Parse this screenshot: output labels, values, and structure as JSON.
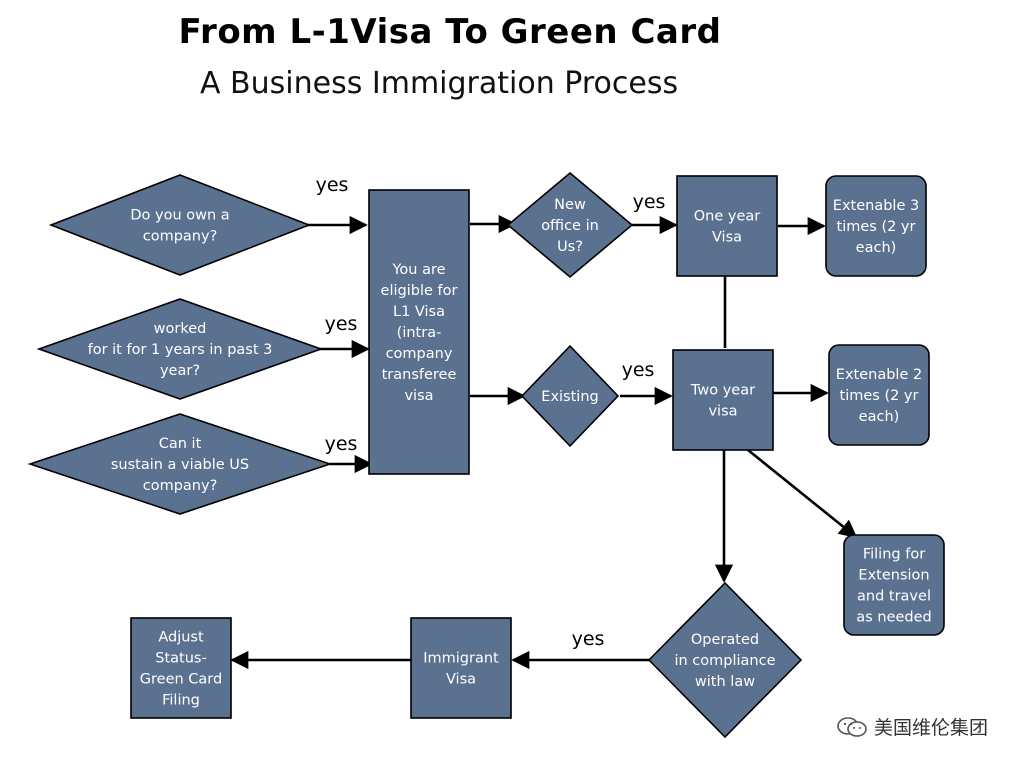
{
  "title": "From L-1Visa To Green Card",
  "subtitle": "A Business Immigration Process",
  "watermark": "美国维伦集团",
  "nodes": [
    {
      "id": "own_company",
      "shape": "diamond",
      "lines": [
        "Do you own a",
        "company?"
      ]
    },
    {
      "id": "worked",
      "shape": "diamond",
      "lines": [
        "worked",
        "for it for 1 years in past 3",
        "year?"
      ]
    },
    {
      "id": "sustain",
      "shape": "diamond",
      "lines": [
        "Can it",
        "sustain a viable US",
        "company?"
      ]
    },
    {
      "id": "eligible",
      "shape": "rect",
      "lines": [
        "You are",
        "eligible for",
        "L1 Visa",
        "(intra-",
        "company",
        "transferee",
        "visa"
      ]
    },
    {
      "id": "new_office",
      "shape": "diamond",
      "lines": [
        "New",
        "office in",
        "Us?"
      ]
    },
    {
      "id": "existing",
      "shape": "diamond",
      "lines": [
        "Existing"
      ]
    },
    {
      "id": "one_year",
      "shape": "rect",
      "lines": [
        "One year",
        "Visa"
      ]
    },
    {
      "id": "two_year",
      "shape": "rect",
      "lines": [
        "Two year",
        "visa"
      ]
    },
    {
      "id": "ext3",
      "shape": "rounded",
      "lines": [
        "Extenable 3",
        "times (2 yr",
        "each)"
      ]
    },
    {
      "id": "ext2",
      "shape": "rounded",
      "lines": [
        "Extenable 2",
        "times (2 yr",
        "each)"
      ]
    },
    {
      "id": "filing_ext",
      "shape": "rounded",
      "lines": [
        "Filing for",
        "Extension",
        "and travel",
        "as needed"
      ]
    },
    {
      "id": "operated",
      "shape": "diamond",
      "lines": [
        "Operated",
        "in compliance",
        "with law"
      ]
    },
    {
      "id": "immigrant",
      "shape": "rect",
      "lines": [
        "Immigrant",
        "Visa"
      ]
    },
    {
      "id": "adjust",
      "shape": "rect",
      "lines": [
        "Adjust",
        "Status-",
        "Green Card",
        "Filing"
      ]
    }
  ],
  "edges": [
    {
      "from": "own_company",
      "to": "eligible",
      "label": "yes"
    },
    {
      "from": "worked",
      "to": "eligible",
      "label": "yes"
    },
    {
      "from": "sustain",
      "to": "eligible",
      "label": "yes"
    },
    {
      "from": "eligible",
      "to": "new_office",
      "label": ""
    },
    {
      "from": "eligible",
      "to": "existing",
      "label": ""
    },
    {
      "from": "new_office",
      "to": "one_year",
      "label": "yes"
    },
    {
      "from": "existing",
      "to": "two_year",
      "label": "yes"
    },
    {
      "from": "one_year",
      "to": "ext3",
      "label": ""
    },
    {
      "from": "two_year",
      "to": "ext2",
      "label": ""
    },
    {
      "from": "one_year",
      "to": "two_year",
      "label": ""
    },
    {
      "from": "two_year",
      "to": "filing_ext",
      "label": ""
    },
    {
      "from": "two_year",
      "to": "operated",
      "label": ""
    },
    {
      "from": "operated",
      "to": "immigrant",
      "label": "yes"
    },
    {
      "from": "immigrant",
      "to": "adjust",
      "label": ""
    }
  ]
}
